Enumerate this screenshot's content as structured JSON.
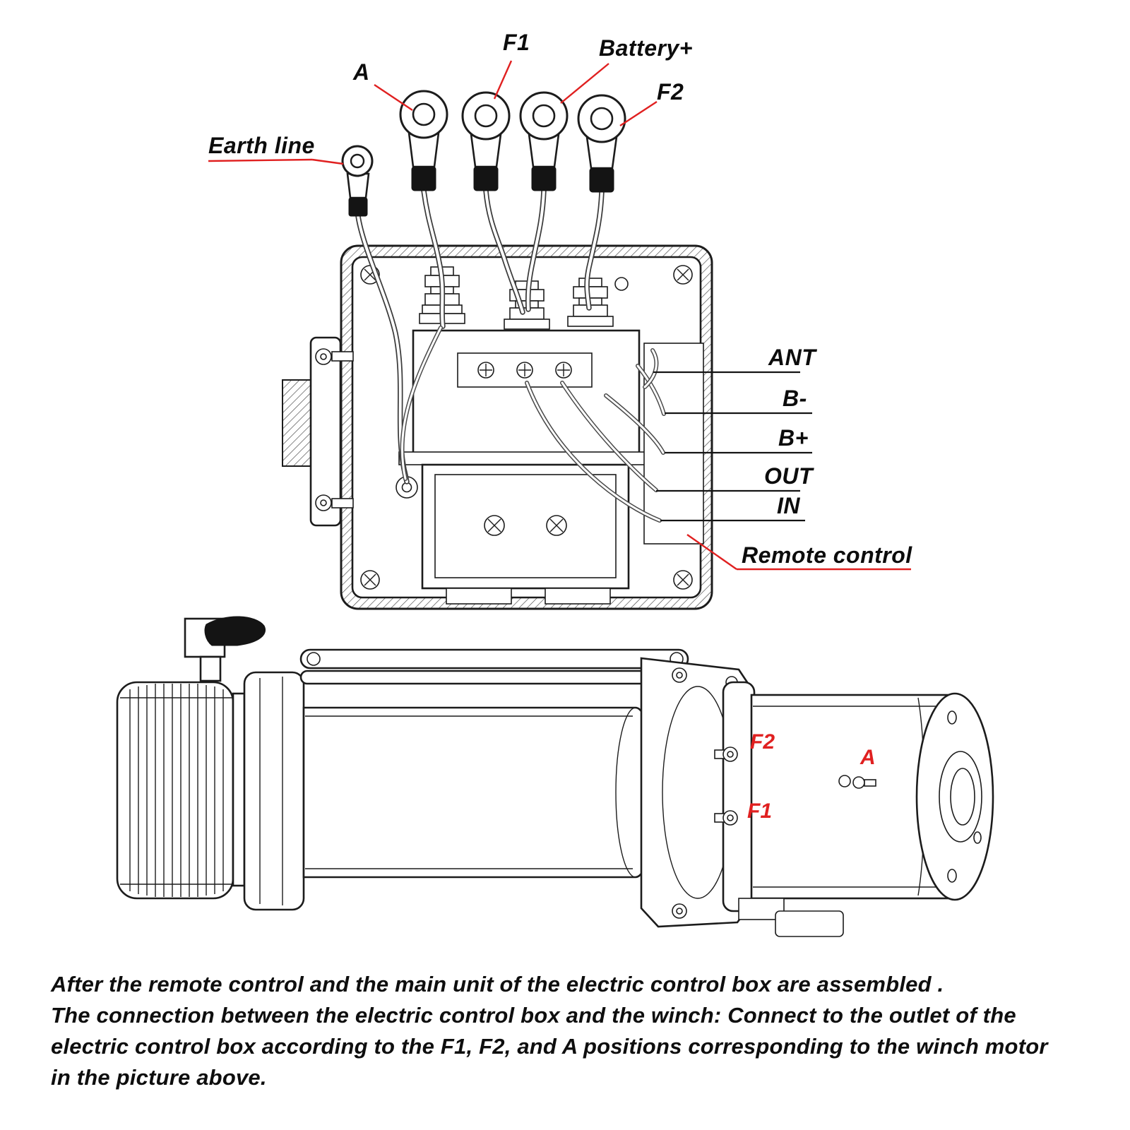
{
  "colors": {
    "line": "#1c1c1c",
    "leader_red": "#e02020",
    "accent_red": "#e02020",
    "wire": "#3c3c3c",
    "background": "#ffffff"
  },
  "terminal_labels": {
    "a": "A",
    "f1": "F1",
    "battery": "Battery+",
    "f2": "F2",
    "earth": "Earth line"
  },
  "box_labels": {
    "ant": "ANT",
    "b_minus": "B-",
    "b_plus": "B+",
    "out": "OUT",
    "in": "IN",
    "remote": "Remote control"
  },
  "motor_labels": {
    "f2": "F2",
    "a": "A",
    "f1": "F1"
  },
  "footer": {
    "line1": "After the remote control and the main unit of the electric control box are assembled .",
    "line2": "The connection between the electric control box and the winch: Connect to the outlet of the",
    "line3": "electric control box according to the F1, F2, and A positions corresponding to the winch motor",
    "line4": "in the picture above."
  }
}
